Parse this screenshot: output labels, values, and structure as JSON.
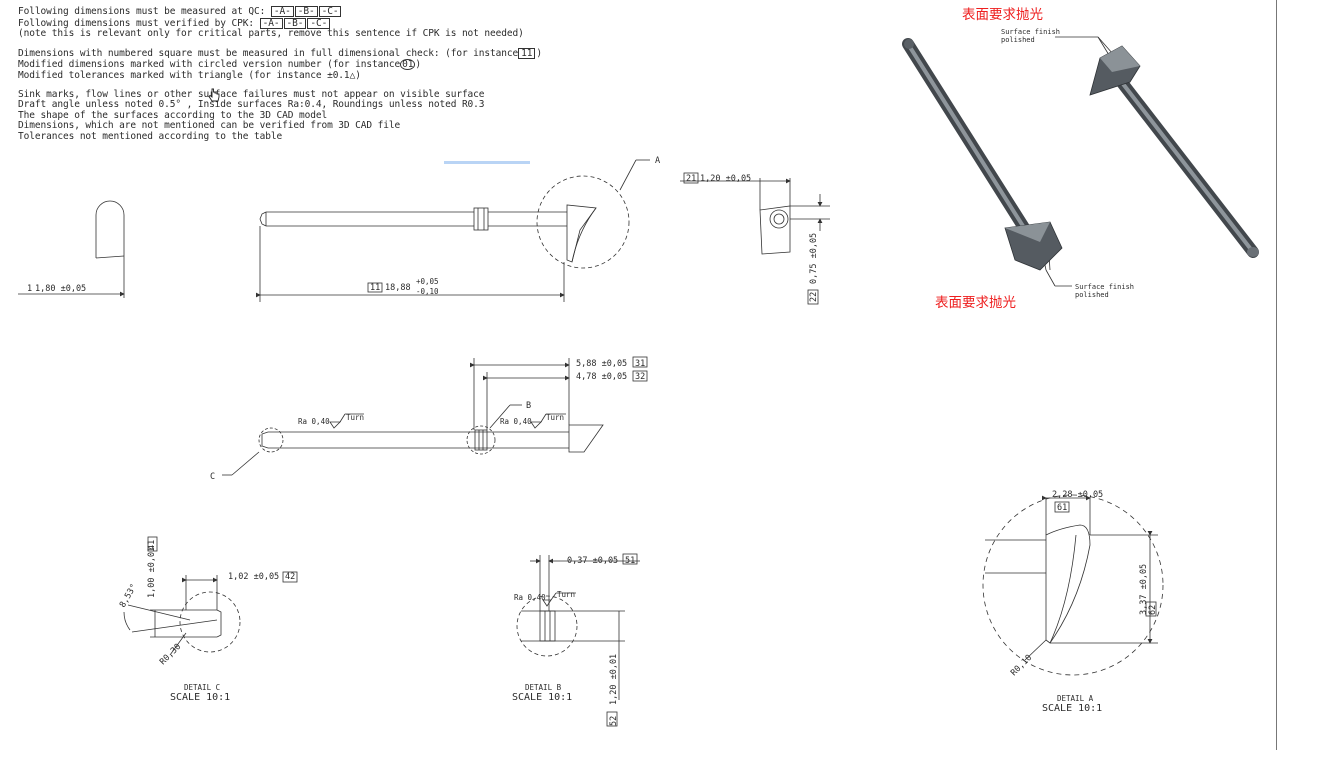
{
  "notes": {
    "qc_line": "Following dimensions must be measured at QC:",
    "cpk_line": "Following dimensions must verified by CPK:",
    "datums": [
      "-A-",
      "-B-",
      "-C-"
    ],
    "cpk_note": "(note this is relevant only for critical parts, remove this sentence if CPK is not needed)",
    "numbered_square": "Dimensions with numbered square must be measured in full dimensional check: (for instance",
    "numbered_square_example": "11",
    "circled_version": "Modified dimensions marked with circled version number (for instance",
    "circled_version_example": "01",
    "triangle": "Modified tolerances marked with triangle (for instance ±0.1",
    "sink_marks": "Sink marks, flow lines or other surface failures must not appear on visible surface",
    "draft": "Draft angle unless noted 0.5° , Inside surfaces Ra:0.4, Roundings unless noted R0.3",
    "shape": "The shape of the surfaces according to the 3D CAD model",
    "dims_cad": "Dimensions, which are not mentioned can be verified from 3D CAD file",
    "tolerances": "Tolerances not mentioned according to the table"
  },
  "annotations": {
    "cn_top": "表面要求抛光",
    "cn_bottom": "表面要求抛光",
    "surface_finish_top_1": "Surface finish",
    "surface_finish_top_2": "polished",
    "surface_finish_bottom_1": "Surface finish",
    "surface_finish_bottom_2": "polished"
  },
  "dimensions": {
    "width_1": "1,80 ±0,05",
    "width_1_box": "1",
    "length": "18,88",
    "length_tol_upper": "+0,05",
    "length_tol_lower": "-0,10",
    "length_box": "11",
    "side_1": "1,20 ±0,05",
    "side_1_box": "21",
    "side_2": "0,75 ±0,05",
    "side_2_box": "22",
    "pos_1": "5,88 ±0,05",
    "pos_1_box": "31",
    "pos_2": "4,78 ±0,05",
    "pos_2_box": "32",
    "c_height": "1,00 ±0,01",
    "c_height_box": "41",
    "c_len": "1,02 ±0,05",
    "c_len_box": "42",
    "c_angle": "8,53°",
    "c_radius": "R0,30",
    "b_groove": "0,37 ±0,05",
    "b_groove_box": "51",
    "b_dia": "1,20 ±0,01",
    "b_dia_box": "52",
    "a_width": "2,28 ±0,05",
    "a_width_box": "61",
    "a_height": "3,37 ±0,05",
    "a_height_box": "62",
    "a_radius": "R0,10"
  },
  "callouts": {
    "a": "A",
    "b": "B",
    "c": "C",
    "ra_1": "Ra 0,40",
    "ra_2": "Ra 0,40",
    "ra_3": "Ra 0,40",
    "turn": "Turn"
  },
  "details": {
    "c_title": "DETAIL C",
    "c_scale": "SCALE 10:1",
    "b_title": "DETAIL B",
    "b_scale": "SCALE 10:1",
    "a_title": "DETAIL A",
    "a_scale": "SCALE 10:1"
  }
}
